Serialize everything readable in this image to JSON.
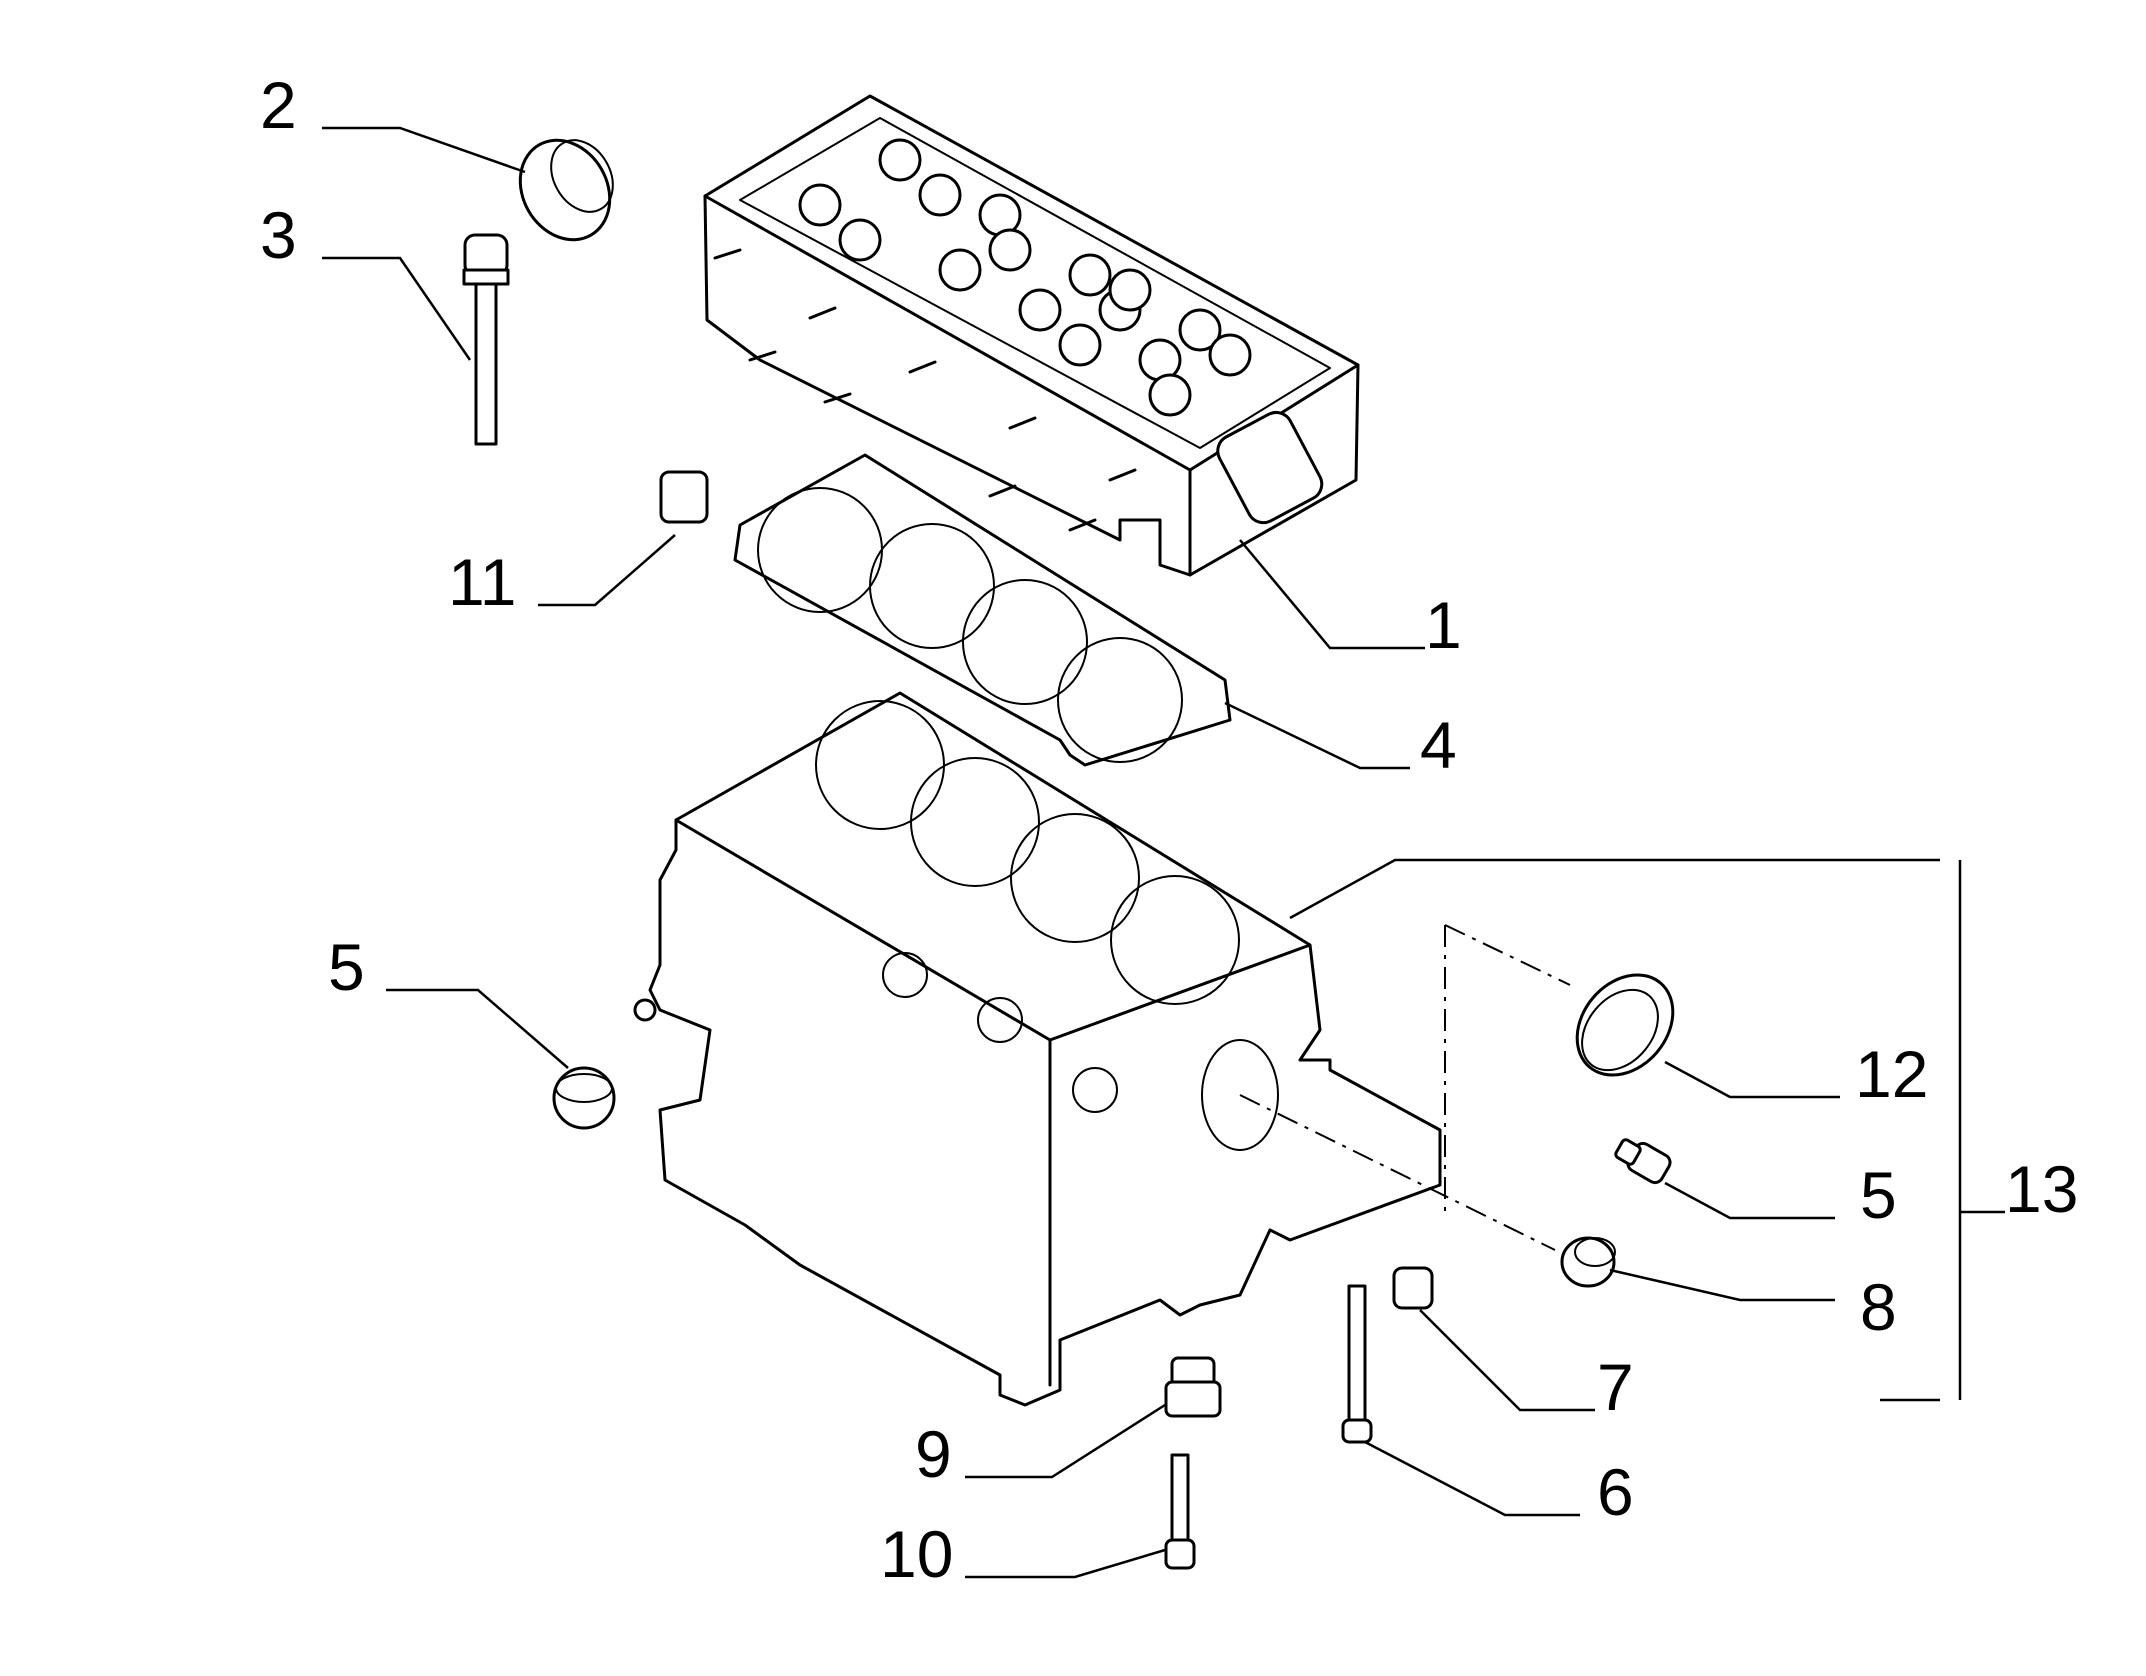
{
  "callouts": {
    "c1": "1",
    "c2": "2",
    "c3": "3",
    "c4": "4",
    "c5a": "5",
    "c5b": "5",
    "c6": "6",
    "c7": "7",
    "c8": "8",
    "c9": "9",
    "c10": "10",
    "c11": "11",
    "c12": "12",
    "c13": "13"
  },
  "colors": {
    "line": "#000000",
    "background": "#ffffff"
  }
}
